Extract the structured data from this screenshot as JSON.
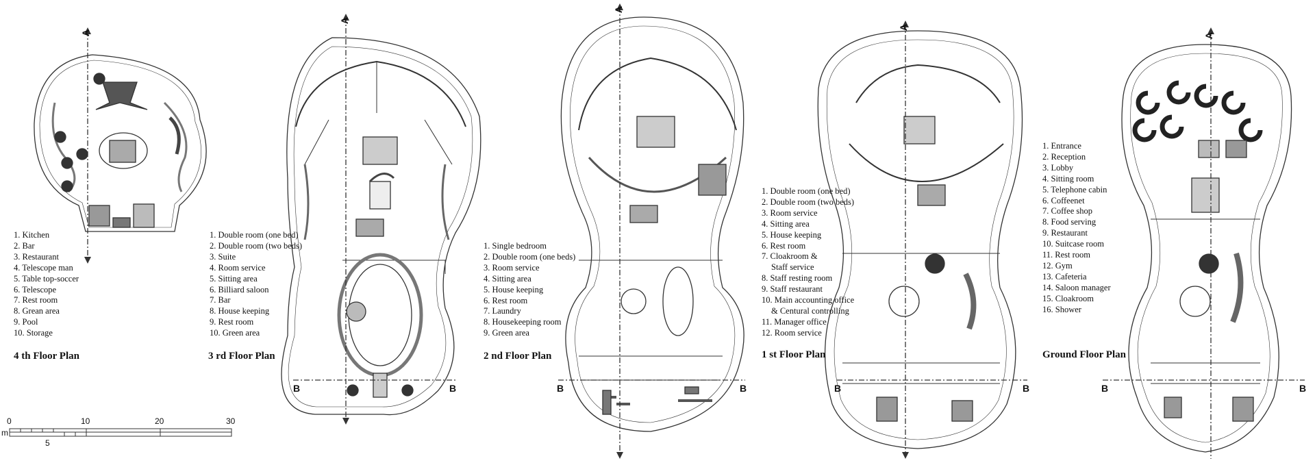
{
  "plans": [
    {
      "id": "fourth",
      "title": "4 th Floor Plan",
      "items": [
        "1. Kitchen",
        "2. Bar",
        "3. Restaurant",
        "4. Telescope man",
        "5. Table top-soccer",
        "6. Telescope",
        "7. Rest room",
        "8. Grean area",
        "9. Pool",
        "10. Storage"
      ]
    },
    {
      "id": "third",
      "title": "3 rd Floor Plan",
      "items": [
        "1. Double room (one bed)",
        "2. Double room (two beds)",
        "3. Suite",
        "4. Room service",
        "5. Sitting area",
        "6. Billiard saloon",
        "7. Bar",
        "8. House keeping",
        "9. Rest room",
        "10. Green area"
      ]
    },
    {
      "id": "second",
      "title": "2 nd Floor Plan",
      "items": [
        "1. Single bedroom",
        "2. Double room (one beds)",
        "3. Room service",
        "4. Sitting area",
        "5. House keeping",
        "6. Rest room",
        "7. Laundry",
        "8. Housekeeping room",
        "9. Green area"
      ]
    },
    {
      "id": "first",
      "title": "1 st Floor Plan",
      "items": [
        "1. Double room (one bed)",
        "2. Double room (two beds)",
        "3. Room service",
        "4. Sitting area",
        "5. House keeping",
        "6. Rest room",
        "7. Cloakroom &",
        "   Staff service",
        "8. Staff resting room",
        "9. Staff restaurant",
        "10. Main accounting office",
        "   & Centural controlling",
        "11. Manager office",
        "12. Room service"
      ]
    },
    {
      "id": "ground",
      "title": "Ground Floor Plan",
      "items": [
        "1. Entrance",
        "2. Reception",
        "3. Lobby",
        "4. Sitting room",
        "5. Telephone cabin",
        "6. Coffeenet",
        "7. Coffee shop",
        "8. Food serving",
        "9. Restaurant",
        "10. Suitcase room",
        "11. Rest room",
        "12. Gym",
        "13. Cafeteria",
        "14. Saloon manager",
        "15. Cloakroom",
        "16. Shower"
      ]
    }
  ],
  "section_labels": {
    "a": "A",
    "b": "B"
  },
  "scale": {
    "unit": "m",
    "ticks": [
      "0",
      "10",
      "20",
      "30"
    ],
    "sub": "5"
  }
}
